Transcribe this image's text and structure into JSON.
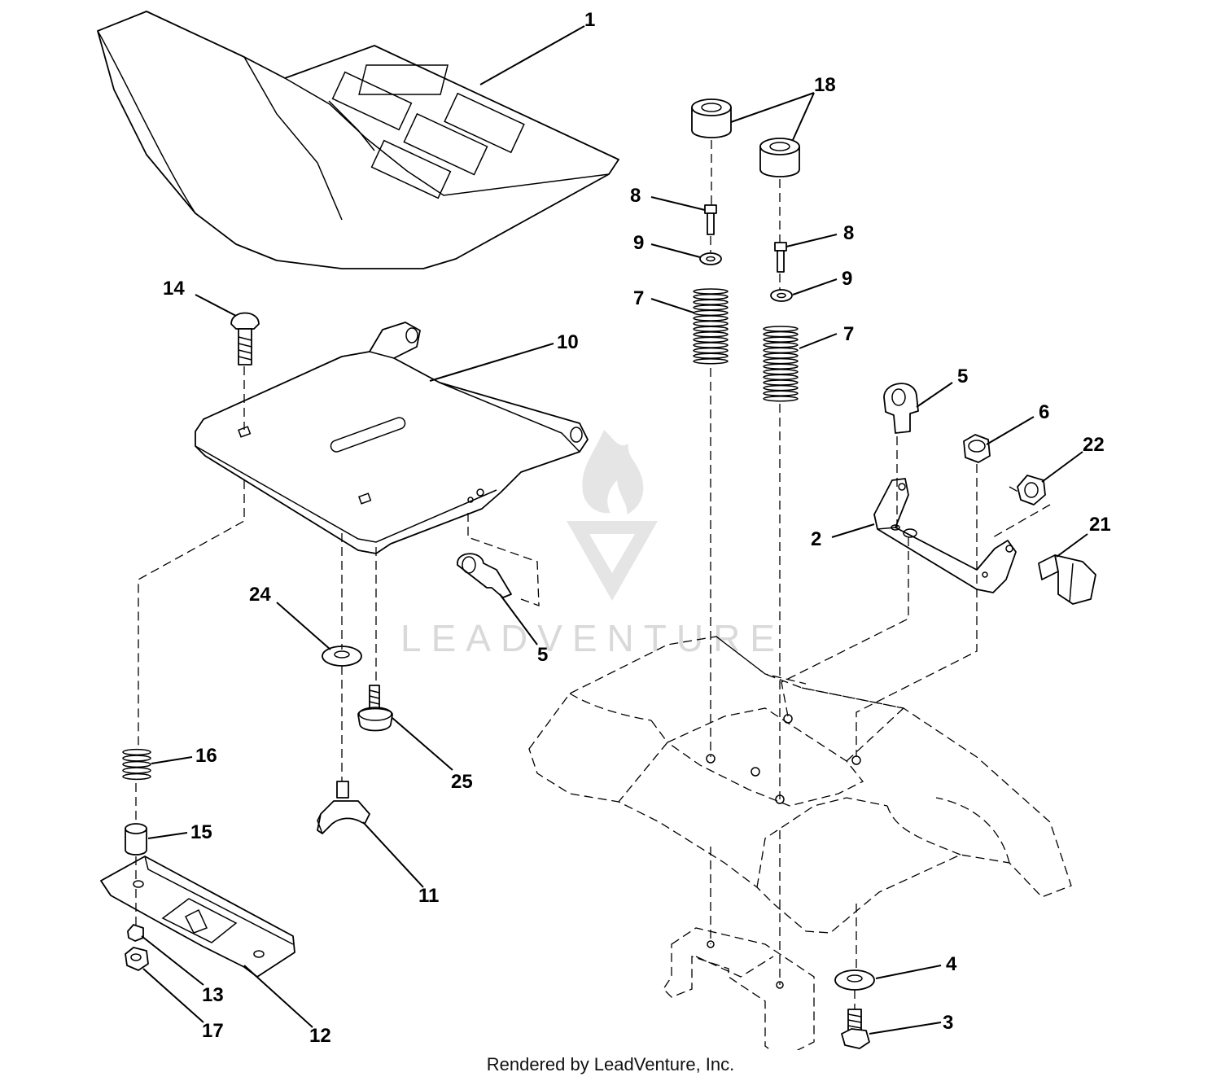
{
  "callouts": {
    "c1": "1",
    "c2": "2",
    "c3": "3",
    "c4": "4",
    "c5a": "5",
    "c5b": "5",
    "c6": "6",
    "c7a": "7",
    "c7b": "7",
    "c8a": "8",
    "c8b": "8",
    "c9a": "9",
    "c9b": "9",
    "c10": "10",
    "c11": "11",
    "c12": "12",
    "c13": "13",
    "c14": "14",
    "c15": "15",
    "c16": "16",
    "c17": "17",
    "c18": "18",
    "c21": "21",
    "c22": "22",
    "c24": "24",
    "c25": "25"
  },
  "watermark": {
    "text": "LEADVENTURE"
  },
  "footer": {
    "text": "Rendered by LeadVenture, Inc."
  }
}
